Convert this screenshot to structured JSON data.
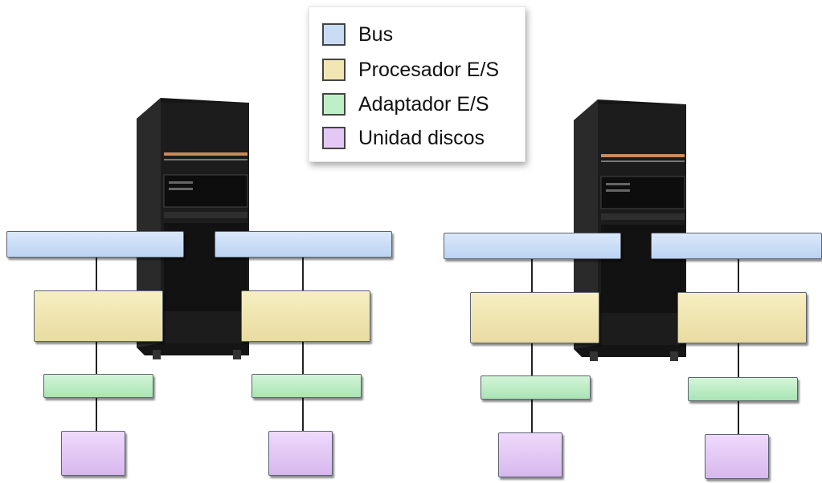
{
  "legend": {
    "items": [
      {
        "label": "Bus",
        "color": "#c8dcf6"
      },
      {
        "label": "Procesador E/S",
        "color": "#f2e7b4"
      },
      {
        "label": "Adaptador E/S",
        "color": "#bfefc6"
      },
      {
        "label": "Unidad discos",
        "color": "#e3c8f5"
      }
    ]
  },
  "colors": {
    "bus": "#c8dcf6",
    "iop": "#efe3ad",
    "ioa": "#bdeec4",
    "disk": "#e2c6f4",
    "line": "#222222",
    "server": "#1a1a1a"
  },
  "systems": [
    {
      "name": "system-left",
      "buses": 2,
      "branches_per_bus": 1
    },
    {
      "name": "system-right",
      "buses": 2,
      "branches_per_bus": 1
    }
  ]
}
